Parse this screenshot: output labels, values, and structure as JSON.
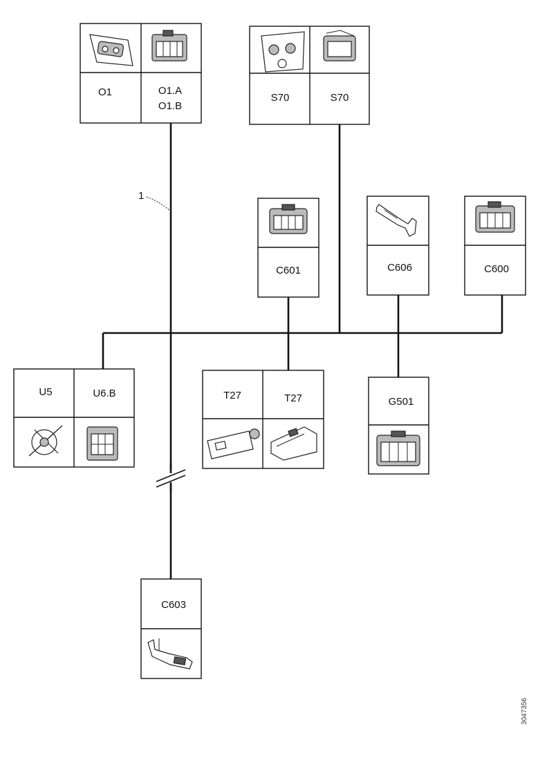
{
  "diagram": {
    "harness_label": "1",
    "image_id": "3047356",
    "connectors": [
      {
        "key": "o1",
        "labels": [
          "O1"
        ]
      },
      {
        "key": "o1ab",
        "labels": [
          "O1.A",
          "O1.B"
        ]
      },
      {
        "key": "s70a",
        "labels": [
          "S70"
        ]
      },
      {
        "key": "s70b",
        "labels": [
          "S70"
        ]
      },
      {
        "key": "c601",
        "labels": [
          "C601"
        ]
      },
      {
        "key": "c606",
        "labels": [
          "C606"
        ]
      },
      {
        "key": "c600",
        "labels": [
          "C600"
        ]
      },
      {
        "key": "u5",
        "labels": [
          "U5"
        ]
      },
      {
        "key": "u6b",
        "labels": [
          "U6.B"
        ]
      },
      {
        "key": "t27a",
        "labels": [
          "T27"
        ]
      },
      {
        "key": "t27b",
        "labels": [
          "T27"
        ]
      },
      {
        "key": "g501",
        "labels": [
          "G501"
        ]
      },
      {
        "key": "c603",
        "labels": [
          "C603"
        ]
      }
    ]
  }
}
